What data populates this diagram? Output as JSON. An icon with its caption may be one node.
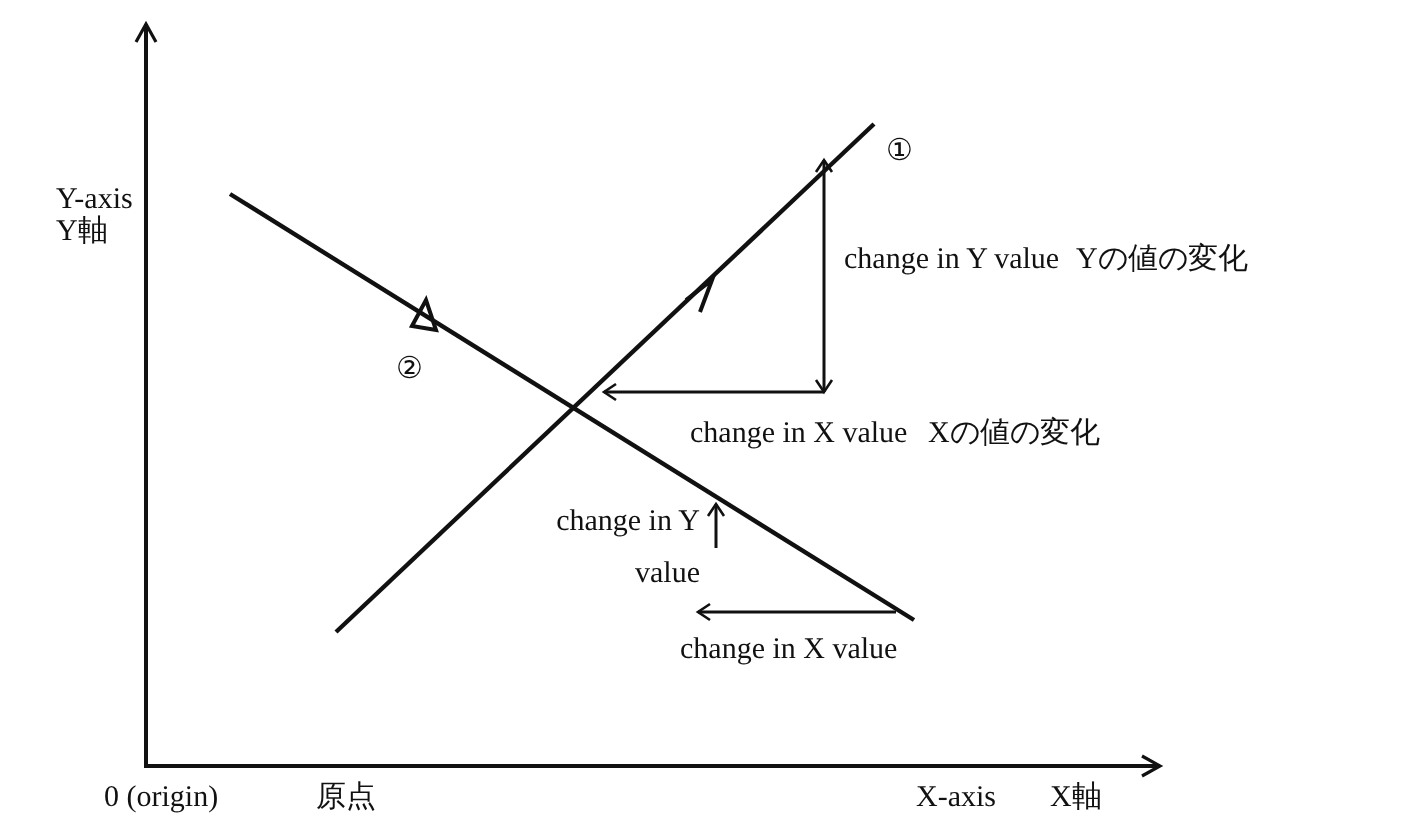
{
  "diagram": {
    "labels": [
      "Y-axis",
      "Y軸",
      "①",
      "change in Y value",
      "Yの値の変化",
      "②",
      "change in X value",
      "Xの値の変化",
      "change in Y value",
      "change in X value",
      "0 (origin)",
      "原点",
      "X-axis",
      "X軸"
    ]
  }
}
